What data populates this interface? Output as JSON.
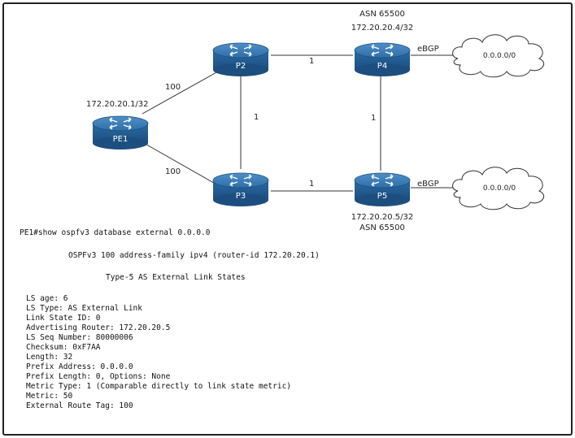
{
  "diagram": {
    "routers": [
      {
        "id": "PE1",
        "name": "PE1",
        "ip": "172.20.20.1/32"
      },
      {
        "id": "P2",
        "name": "P2"
      },
      {
        "id": "P3",
        "name": "P3"
      },
      {
        "id": "P4",
        "name": "P4",
        "ip": "172.20.20.4/32",
        "asn": "ASN 65500"
      },
      {
        "id": "P5",
        "name": "P5",
        "ip": "172.20.20.5/32",
        "asn": "ASN 65500"
      }
    ],
    "links": [
      {
        "from": "PE1",
        "to": "P2",
        "cost": "100"
      },
      {
        "from": "PE1",
        "to": "P3",
        "cost": "100"
      },
      {
        "from": "P2",
        "to": "P3",
        "cost": "1"
      },
      {
        "from": "P2",
        "to": "P4",
        "cost": "1"
      },
      {
        "from": "P3",
        "to": "P5",
        "cost": "1"
      },
      {
        "from": "P4",
        "to": "P5",
        "cost": "1"
      }
    ],
    "peerings": [
      {
        "router": "P4",
        "label": "eBGP",
        "cloud": "0.0.0.0/0"
      },
      {
        "router": "P5",
        "label": "eBGP",
        "cloud": "0.0.0.0/0"
      }
    ]
  },
  "cli": {
    "command": "PE1#show ospfv3 database external 0.0.0.0",
    "process_line": "OSPFv3 100 address-family ipv4 (router-id 172.20.20.1)",
    "section_title": "Type-5 AS External Link States",
    "fields": [
      "LS age: 6",
      "LS Type: AS External Link",
      "Link State ID: 0",
      "Advertising Router: 172.20.20.5",
      "LS Seq Number: 80000006",
      "Checksum: 0xF7AA",
      "Length: 32",
      "Prefix Address: 0.0.0.0",
      "Prefix Length: 0, Options: None",
      "Metric Type: 1 (Comparable directly to link state metric)",
      "Metric: 50",
      "External Route Tag: 100"
    ]
  }
}
